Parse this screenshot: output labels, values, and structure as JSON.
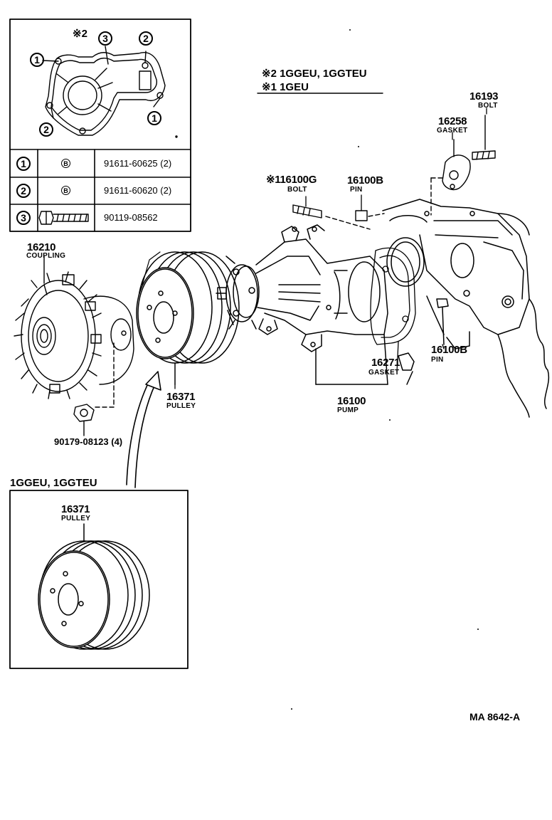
{
  "inset_top": {
    "callouts": {
      "mark2": "※2",
      "c1": "1",
      "c2": "2",
      "c3": "3"
    },
    "rows": [
      {
        "key": "1",
        "symbol": "B",
        "part": "91611-60625 (2)"
      },
      {
        "key": "2",
        "symbol": "B",
        "part": "91611-60620 (2)"
      },
      {
        "key": "3",
        "symbol": "",
        "part": "90119-08562"
      }
    ]
  },
  "legend": {
    "line1": "※2 1GGEU, 1GGTEU",
    "line2": "※1 1GEU"
  },
  "parts": {
    "bolt_16193": {
      "number": "16193",
      "name": "BOLT"
    },
    "gasket_16258": {
      "number": "16258",
      "name": "GASKET"
    },
    "bolt_16100g": {
      "number": "※116100G",
      "name": "BOLT"
    },
    "pin_16100b_top": {
      "number": "16100B",
      "name": "PIN"
    },
    "coupling": {
      "number": "16210",
      "name": "COUPLING"
    },
    "pulley": {
      "number": "16371",
      "name": "PULLEY"
    },
    "gasket_16271": {
      "number": "16271",
      "name": "GASKET"
    },
    "pin_16100b_right": {
      "number": "16100B",
      "name": "PIN"
    },
    "pump": {
      "number": "16100",
      "name": "PUMP"
    },
    "nut": {
      "number": "90179-08123 (4)"
    }
  },
  "inset_bottom": {
    "title": "1GGEU, 1GGTEU",
    "number": "16371",
    "name": "PULLEY"
  },
  "figure_code": "MA 8642-A"
}
